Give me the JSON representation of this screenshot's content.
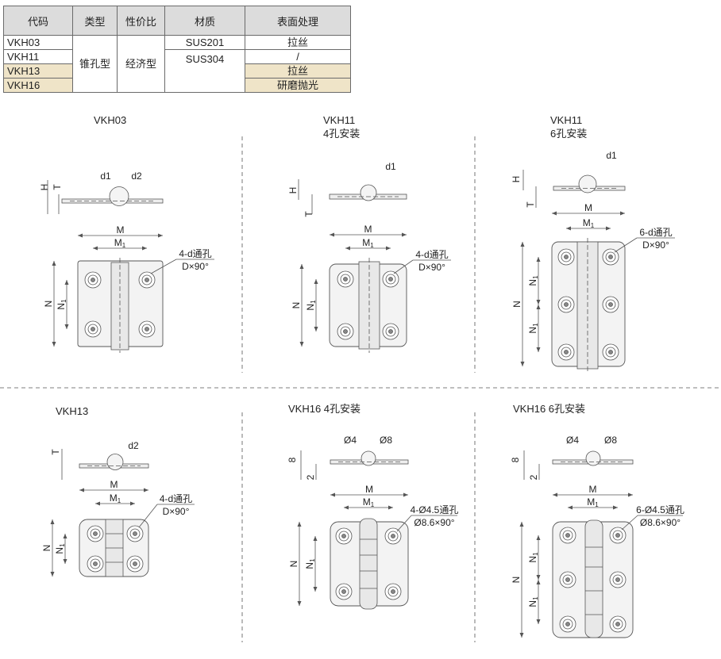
{
  "table": {
    "headers": [
      "代码",
      "类型",
      "性价比",
      "材质",
      "表面处理"
    ],
    "codes": [
      "VKH03",
      "VKH11",
      "VKH13",
      "VKH16"
    ],
    "type": "锥孔型",
    "value": "经济型",
    "materials": [
      "SUS201",
      "SUS304"
    ],
    "finishes": [
      "拉丝",
      "/",
      "拉丝",
      "研磨抛光"
    ],
    "highlight_color": "#efe4c8"
  },
  "views": [
    {
      "title": "VKH03",
      "note": "4-d通孔",
      "note2": "D×90°",
      "side_labels": [
        "H",
        "T",
        "d1",
        "d2"
      ]
    },
    {
      "title": "VKH11",
      "subtitle": "4孔安装",
      "note": "4-d通孔",
      "note2": "D×90°",
      "side_labels": [
        "H",
        "T",
        "d1"
      ]
    },
    {
      "title": "VKH11",
      "subtitle": "6孔安装",
      "note": "6-d通孔",
      "note2": "D×90°",
      "side_labels": [
        "H",
        "T",
        "d1"
      ]
    },
    {
      "title": "VKH13",
      "note": "4-d通孔",
      "note2": "D×90°",
      "side_labels": [
        "T",
        "d2"
      ]
    },
    {
      "title": "VKH16  4孔安装",
      "note": "4-Ø4.5通孔",
      "note2": "Ø8.6×90°",
      "side_labels": [
        "8",
        "2",
        "Ø4",
        "Ø8"
      ]
    },
    {
      "title": "VKH16   6孔安装",
      "note": "6-Ø4.5通孔",
      "note2": "Ø8.6×90°",
      "side_labels": [
        "8",
        "2",
        "Ø4",
        "Ø8"
      ]
    }
  ],
  "dims": {
    "M": "M",
    "M1": "M1",
    "N": "N",
    "N1": "N1"
  }
}
